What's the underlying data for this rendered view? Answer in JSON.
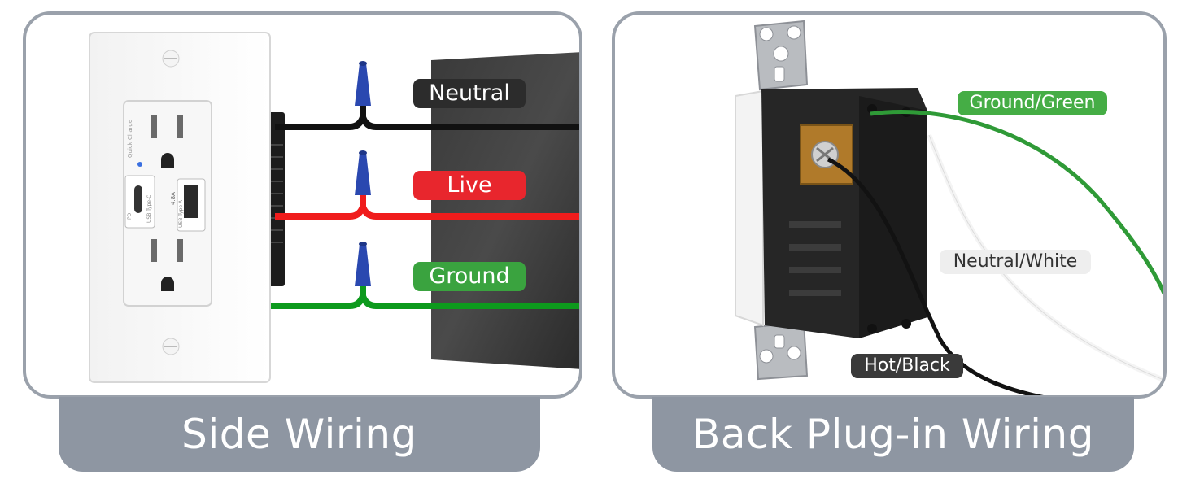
{
  "captions": {
    "side": "Side Wiring",
    "back": "Back Plug-in Wiring"
  },
  "side_labels": {
    "neutral": "Neutral",
    "live": "Live",
    "ground": "Ground"
  },
  "back_labels": {
    "ground_green": "Ground/Green",
    "neutral_white": "Neutral/White",
    "hot_black": "Hot/Black"
  },
  "outlet_markings": {
    "quick_charge": "Quick Charge",
    "usb_c": "USB Type-C",
    "usb_a": "USB Type-A",
    "pd": "PD",
    "rating": "4.8A"
  },
  "colors": {
    "neutral": "#111111",
    "live": "#f01c1c",
    "ground": "#0d9a1d",
    "nut": "#2a48b0",
    "frame": "#9aa1ab"
  }
}
